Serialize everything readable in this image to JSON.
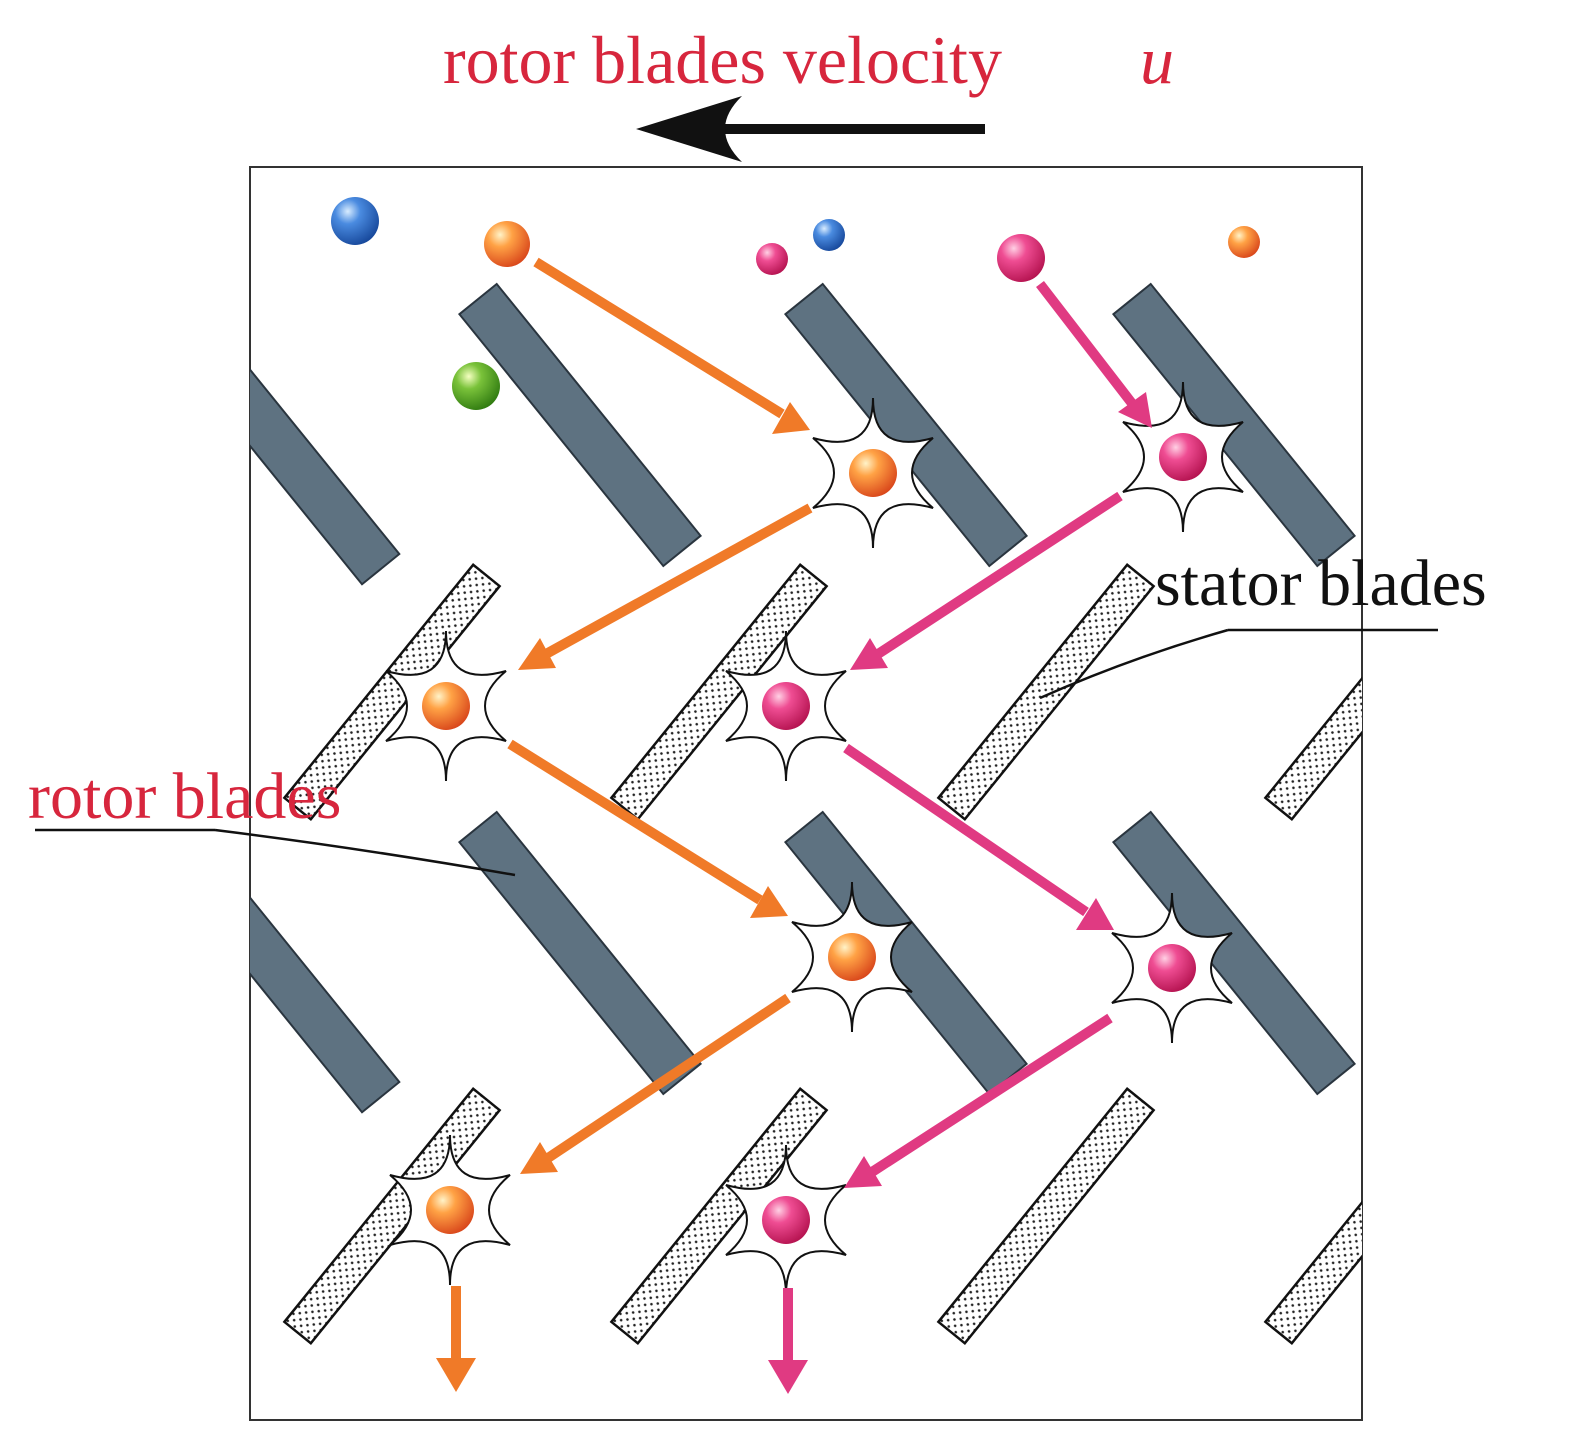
{
  "title": {
    "text": "rotor blades velocity",
    "symbol": "u"
  },
  "labels": {
    "stator": "stator blades",
    "rotor_part1": "rotor ",
    "rotor_part2": "blades"
  },
  "colors": {
    "text_red": "#d7263d",
    "rotor_fill": "#5e7281",
    "orange": "#f07a28",
    "magenta": "#e03a82",
    "blue": "#2f6fc4",
    "green": "#4fa320",
    "black": "#111111"
  },
  "icons": {
    "velocity_arrow": "arrow-left-icon",
    "particle": "sphere-icon",
    "collision": "starburst-icon"
  }
}
